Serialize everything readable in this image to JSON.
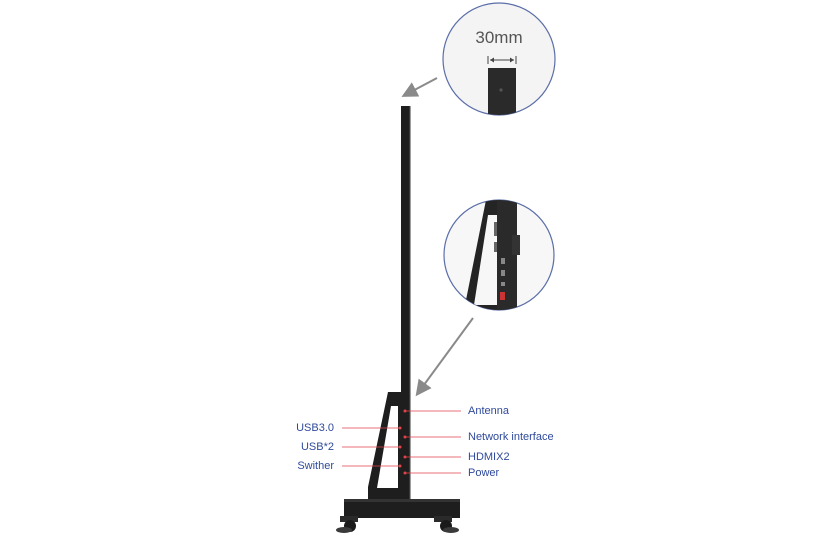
{
  "callouts": {
    "thickness_label": "30mm"
  },
  "ports_left": [
    {
      "label": "USB3.0"
    },
    {
      "label": "USB*2"
    },
    {
      "label": "Swither"
    }
  ],
  "ports_right": [
    {
      "label": "Antenna"
    },
    {
      "label": "Network interface"
    },
    {
      "label": "HDMIX2"
    },
    {
      "label": "Power"
    }
  ],
  "colors": {
    "label_text": "#2f4a9c",
    "leader_line": "#e0434b",
    "product_body": "#1e1e1e",
    "callout_border": "#5b6ea8",
    "arrow": "#8a8a8a"
  }
}
